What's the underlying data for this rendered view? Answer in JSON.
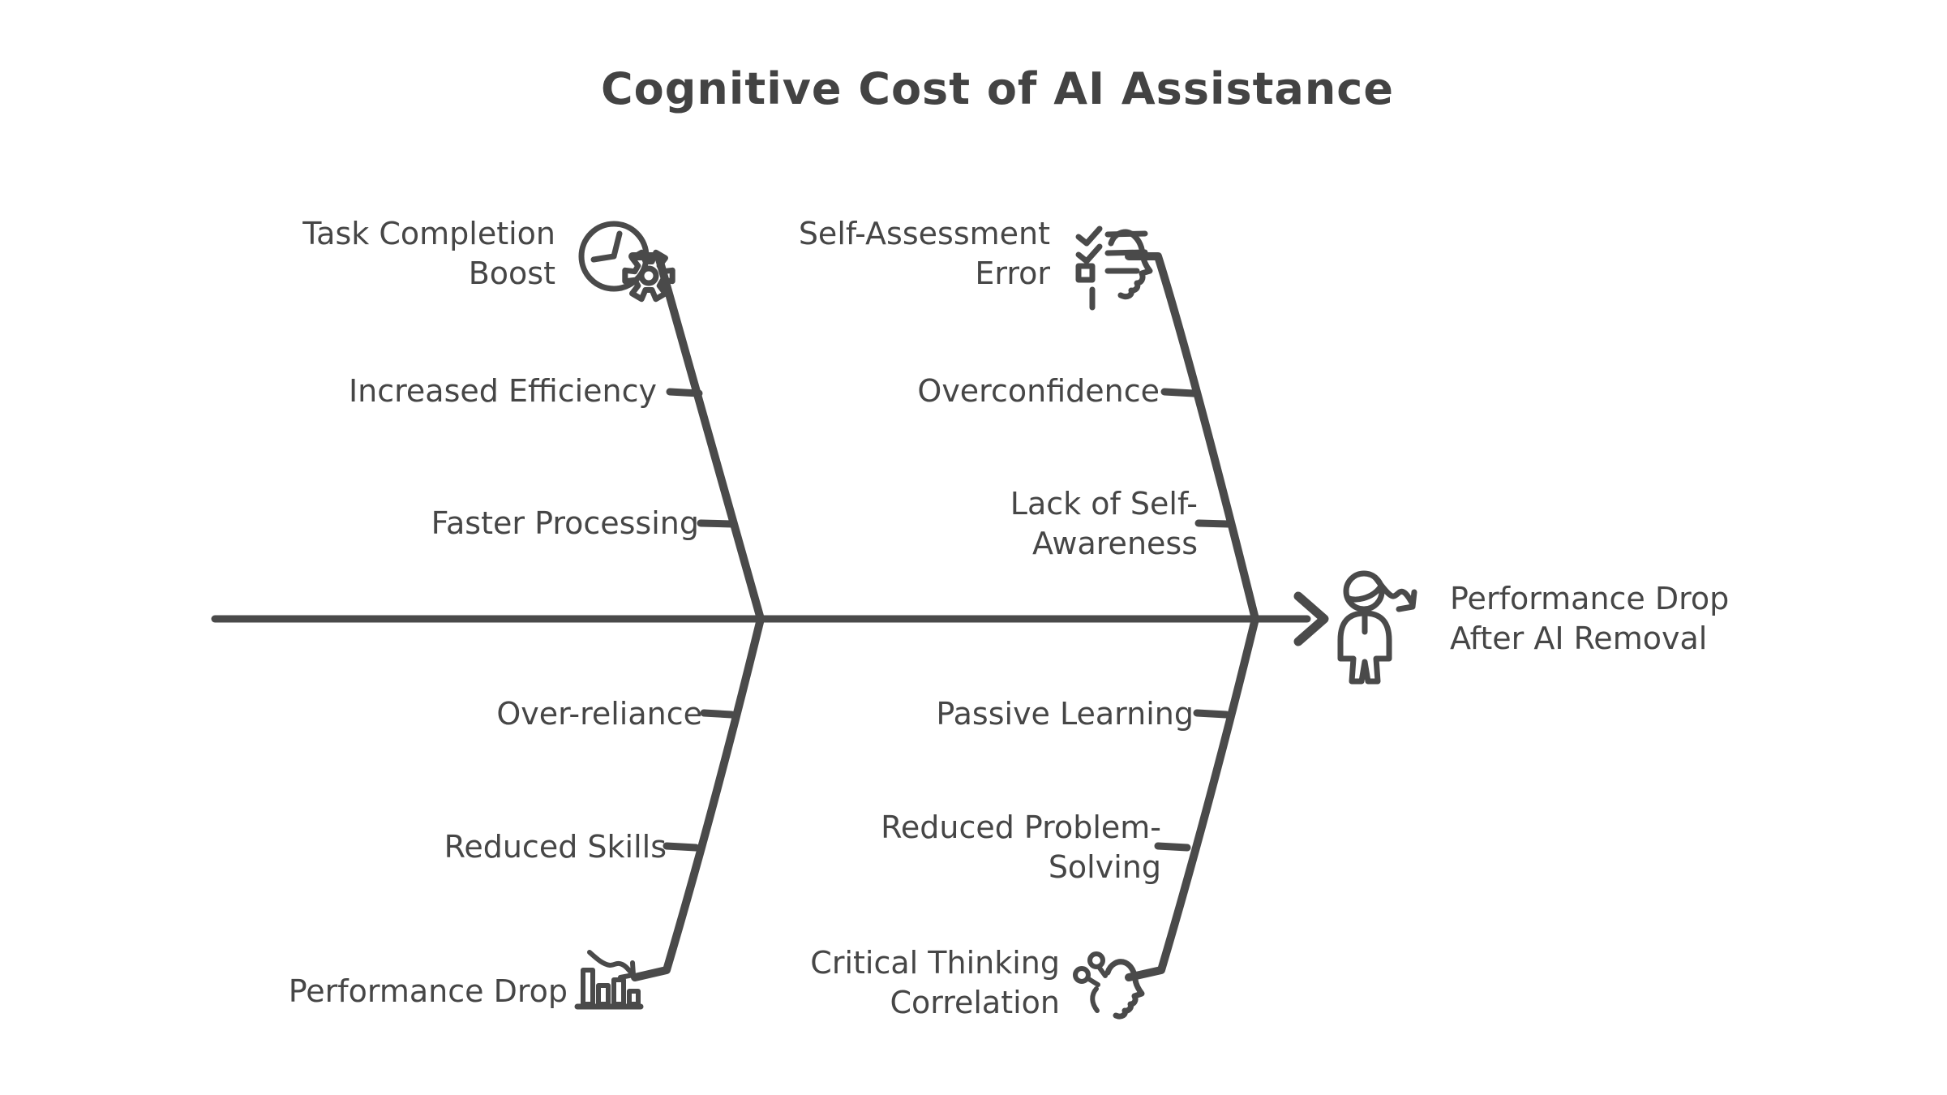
{
  "diagram": {
    "type": "fishbone",
    "orientation": "left-to-right"
  },
  "title": "Cognitive Cost of AI Assistance",
  "effect": {
    "label": "Performance Drop After AI Removal",
    "icon": "person-decline-icon"
  },
  "branches": {
    "top_left": {
      "head": "Task Completion Boost",
      "icon": "clock-gear-icon",
      "items": [
        "Increased Efficiency",
        "Faster Processing"
      ]
    },
    "top_right": {
      "head": "Self-Assessment Error",
      "icon": "checklist-head-icon",
      "items": [
        "Overconfidence",
        "Lack of Self-Awareness"
      ]
    },
    "bottom_left": {
      "head": "Performance Drop",
      "icon": "declining-bar-chart-icon",
      "items": [
        "Over-reliance",
        "Reduced Skills"
      ]
    },
    "bottom_right": {
      "head": "Critical Thinking Correlation",
      "icon": "mind-nodes-icon",
      "items": [
        "Passive Learning",
        "Reduced Problem-Solving"
      ]
    }
  },
  "colors": {
    "stroke": "#4a4a4a",
    "text": "#464646",
    "background": "#ffffff"
  }
}
